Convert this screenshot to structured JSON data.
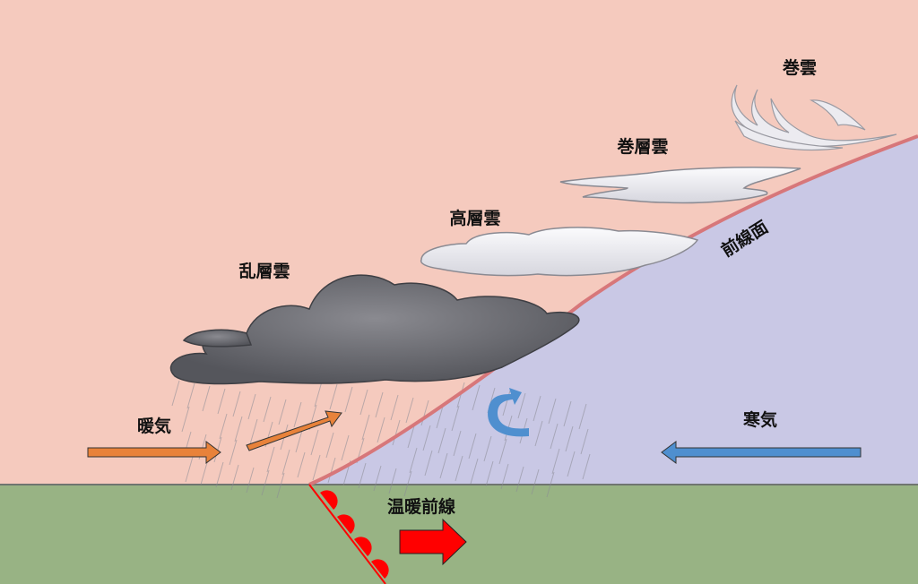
{
  "labels": {
    "cirrus": "巻雲",
    "cirrostratus": "巻層雲",
    "altostratus": "高層雲",
    "nimbostratus": "乱層雲",
    "frontal_surface": "前線面",
    "warm_air": "暖気",
    "cold_air": "寒気",
    "warm_front": "温暖前線"
  },
  "colors": {
    "warm_air": "#f5cabe",
    "cold_air": "#c9c8e5",
    "ground": "#98b384",
    "front_surface": "#d7777a",
    "warm_arrow": "#e8823a",
    "cold_arrow": "#4f8fcf",
    "front_symbol": "#ff0000"
  }
}
